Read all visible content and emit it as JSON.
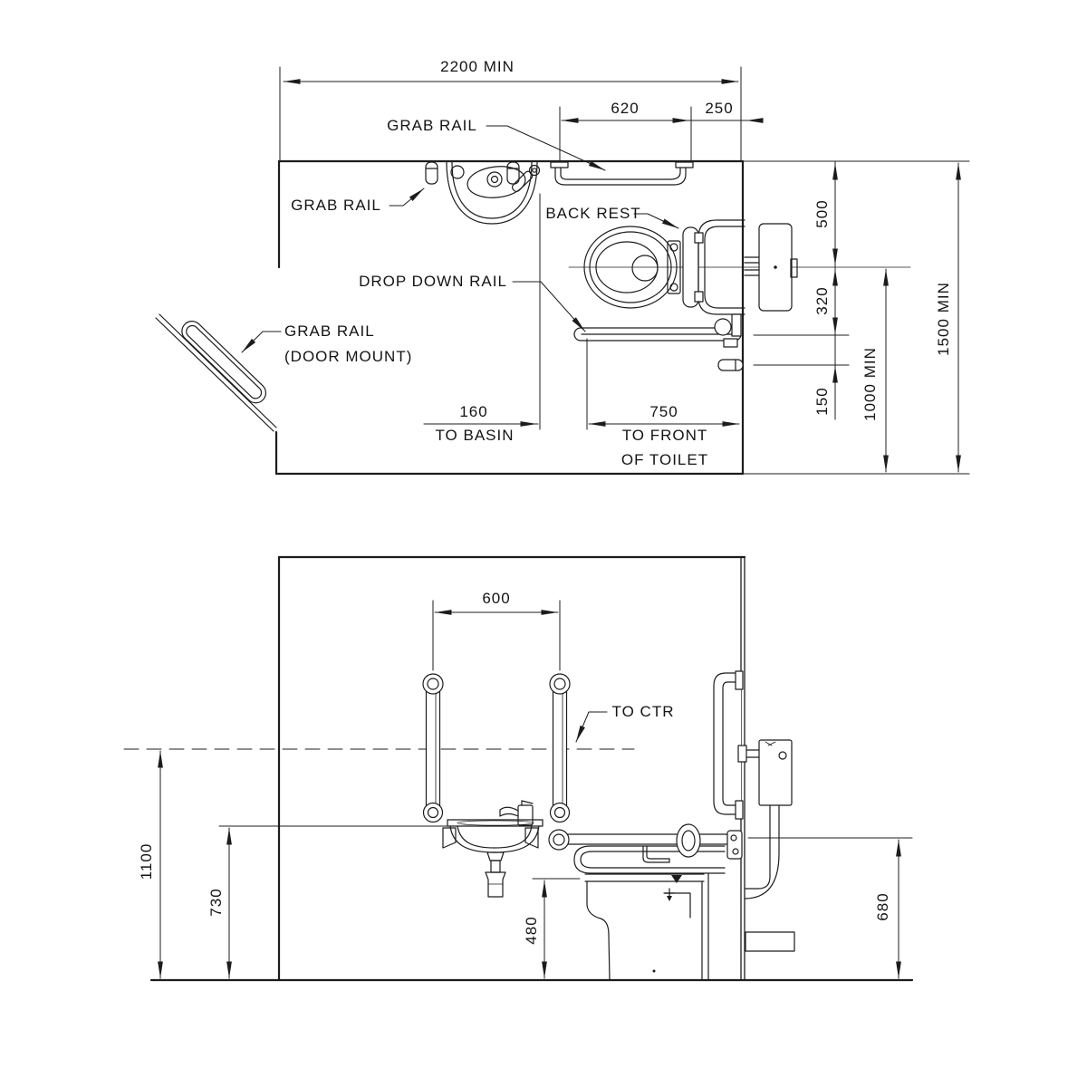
{
  "drawing": {
    "background": "#ffffff",
    "line_color": "#1c1c1c"
  },
  "plan_view": {
    "labels": {
      "grab_rail_wall": "GRAB RAIL",
      "grab_rail_basin": "GRAB RAIL",
      "back_rest": "BACK REST",
      "drop_down_rail": "DROP DOWN RAIL",
      "grab_rail_door_line1": "GRAB RAIL",
      "grab_rail_door_line2": "(DOOR MOUNT)"
    },
    "dimensions": {
      "room_width": "2200 MIN",
      "grab_rail_length": "620",
      "grab_rail_end_offset": "250",
      "backrest_to_wall": "500",
      "centerline_to_rail": "320",
      "rail_to_holder": "150",
      "side_clearance": "1000 MIN",
      "room_depth": "1500 MIN",
      "basin_offset": "160",
      "basin_offset_note": "TO BASIN",
      "toilet_front_offset": "750",
      "toilet_front_note1": "TO FRONT",
      "toilet_front_note2": "OF TOILET"
    }
  },
  "elevation_view": {
    "labels": {
      "to_ctr": "TO CTR"
    },
    "dimensions": {
      "rail_spacing": "600",
      "rail_center_height": "1100",
      "basin_height": "730",
      "seat_height": "480",
      "side_rail_height": "680"
    }
  }
}
